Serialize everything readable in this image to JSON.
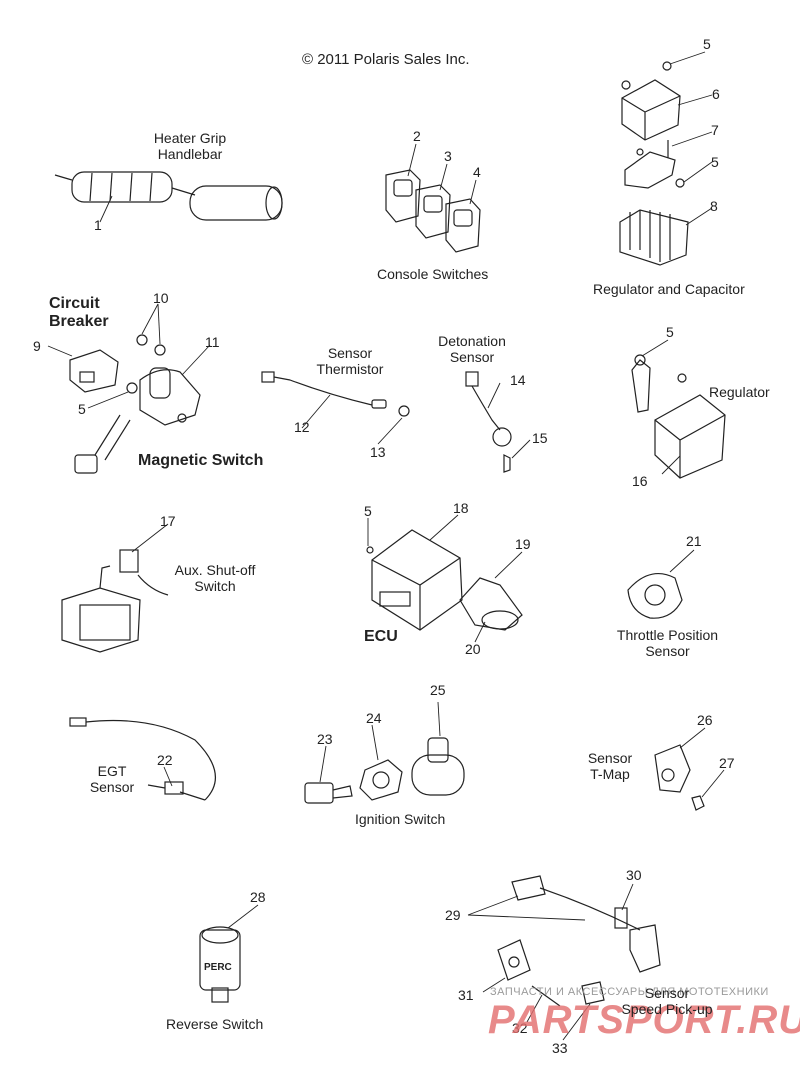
{
  "copyright": "© 2011 Polaris Sales Inc.",
  "groups": {
    "heater_grip": "Heater Grip\nHandlebar",
    "console_switches": "Console Switches",
    "regulator_capacitor": "Regulator and Capacitor",
    "circuit_breaker": "Circuit\nBreaker",
    "magnetic_switch": "Magnetic Switch",
    "sensor_thermistor": "Sensor\nThermistor",
    "detonation_sensor": "Detonation\nSensor",
    "regulator": "Regulator",
    "aux_shutoff": "Aux. Shut-off\nSwitch",
    "ecu": "ECU",
    "throttle_position": "Throttle Position\nSensor",
    "egt_sensor": "EGT\nSensor",
    "ignition_switch": "Ignition Switch",
    "sensor_tmap": "Sensor\nT-Map",
    "reverse_switch": "Reverse Switch",
    "sensor_speed": "Sensor\nSpeed Pick-up"
  },
  "part_numbers": [
    "1",
    "2",
    "3",
    "4",
    "5",
    "6",
    "7",
    "5",
    "8",
    "10",
    "9",
    "11",
    "5",
    "5",
    "14",
    "12",
    "13",
    "15",
    "16",
    "5",
    "18",
    "17",
    "19",
    "21",
    "20",
    "25",
    "26",
    "23",
    "24",
    "27",
    "22",
    "28",
    "30",
    "29",
    "31",
    "32",
    "33"
  ],
  "perc_label": "PERC",
  "watermark": {
    "line1": "ЗАПЧАСТИ И АКСЕССУАРЫ ДЛЯ МОТОТЕХНИКИ",
    "line2": "PARTSPORT.RU"
  }
}
